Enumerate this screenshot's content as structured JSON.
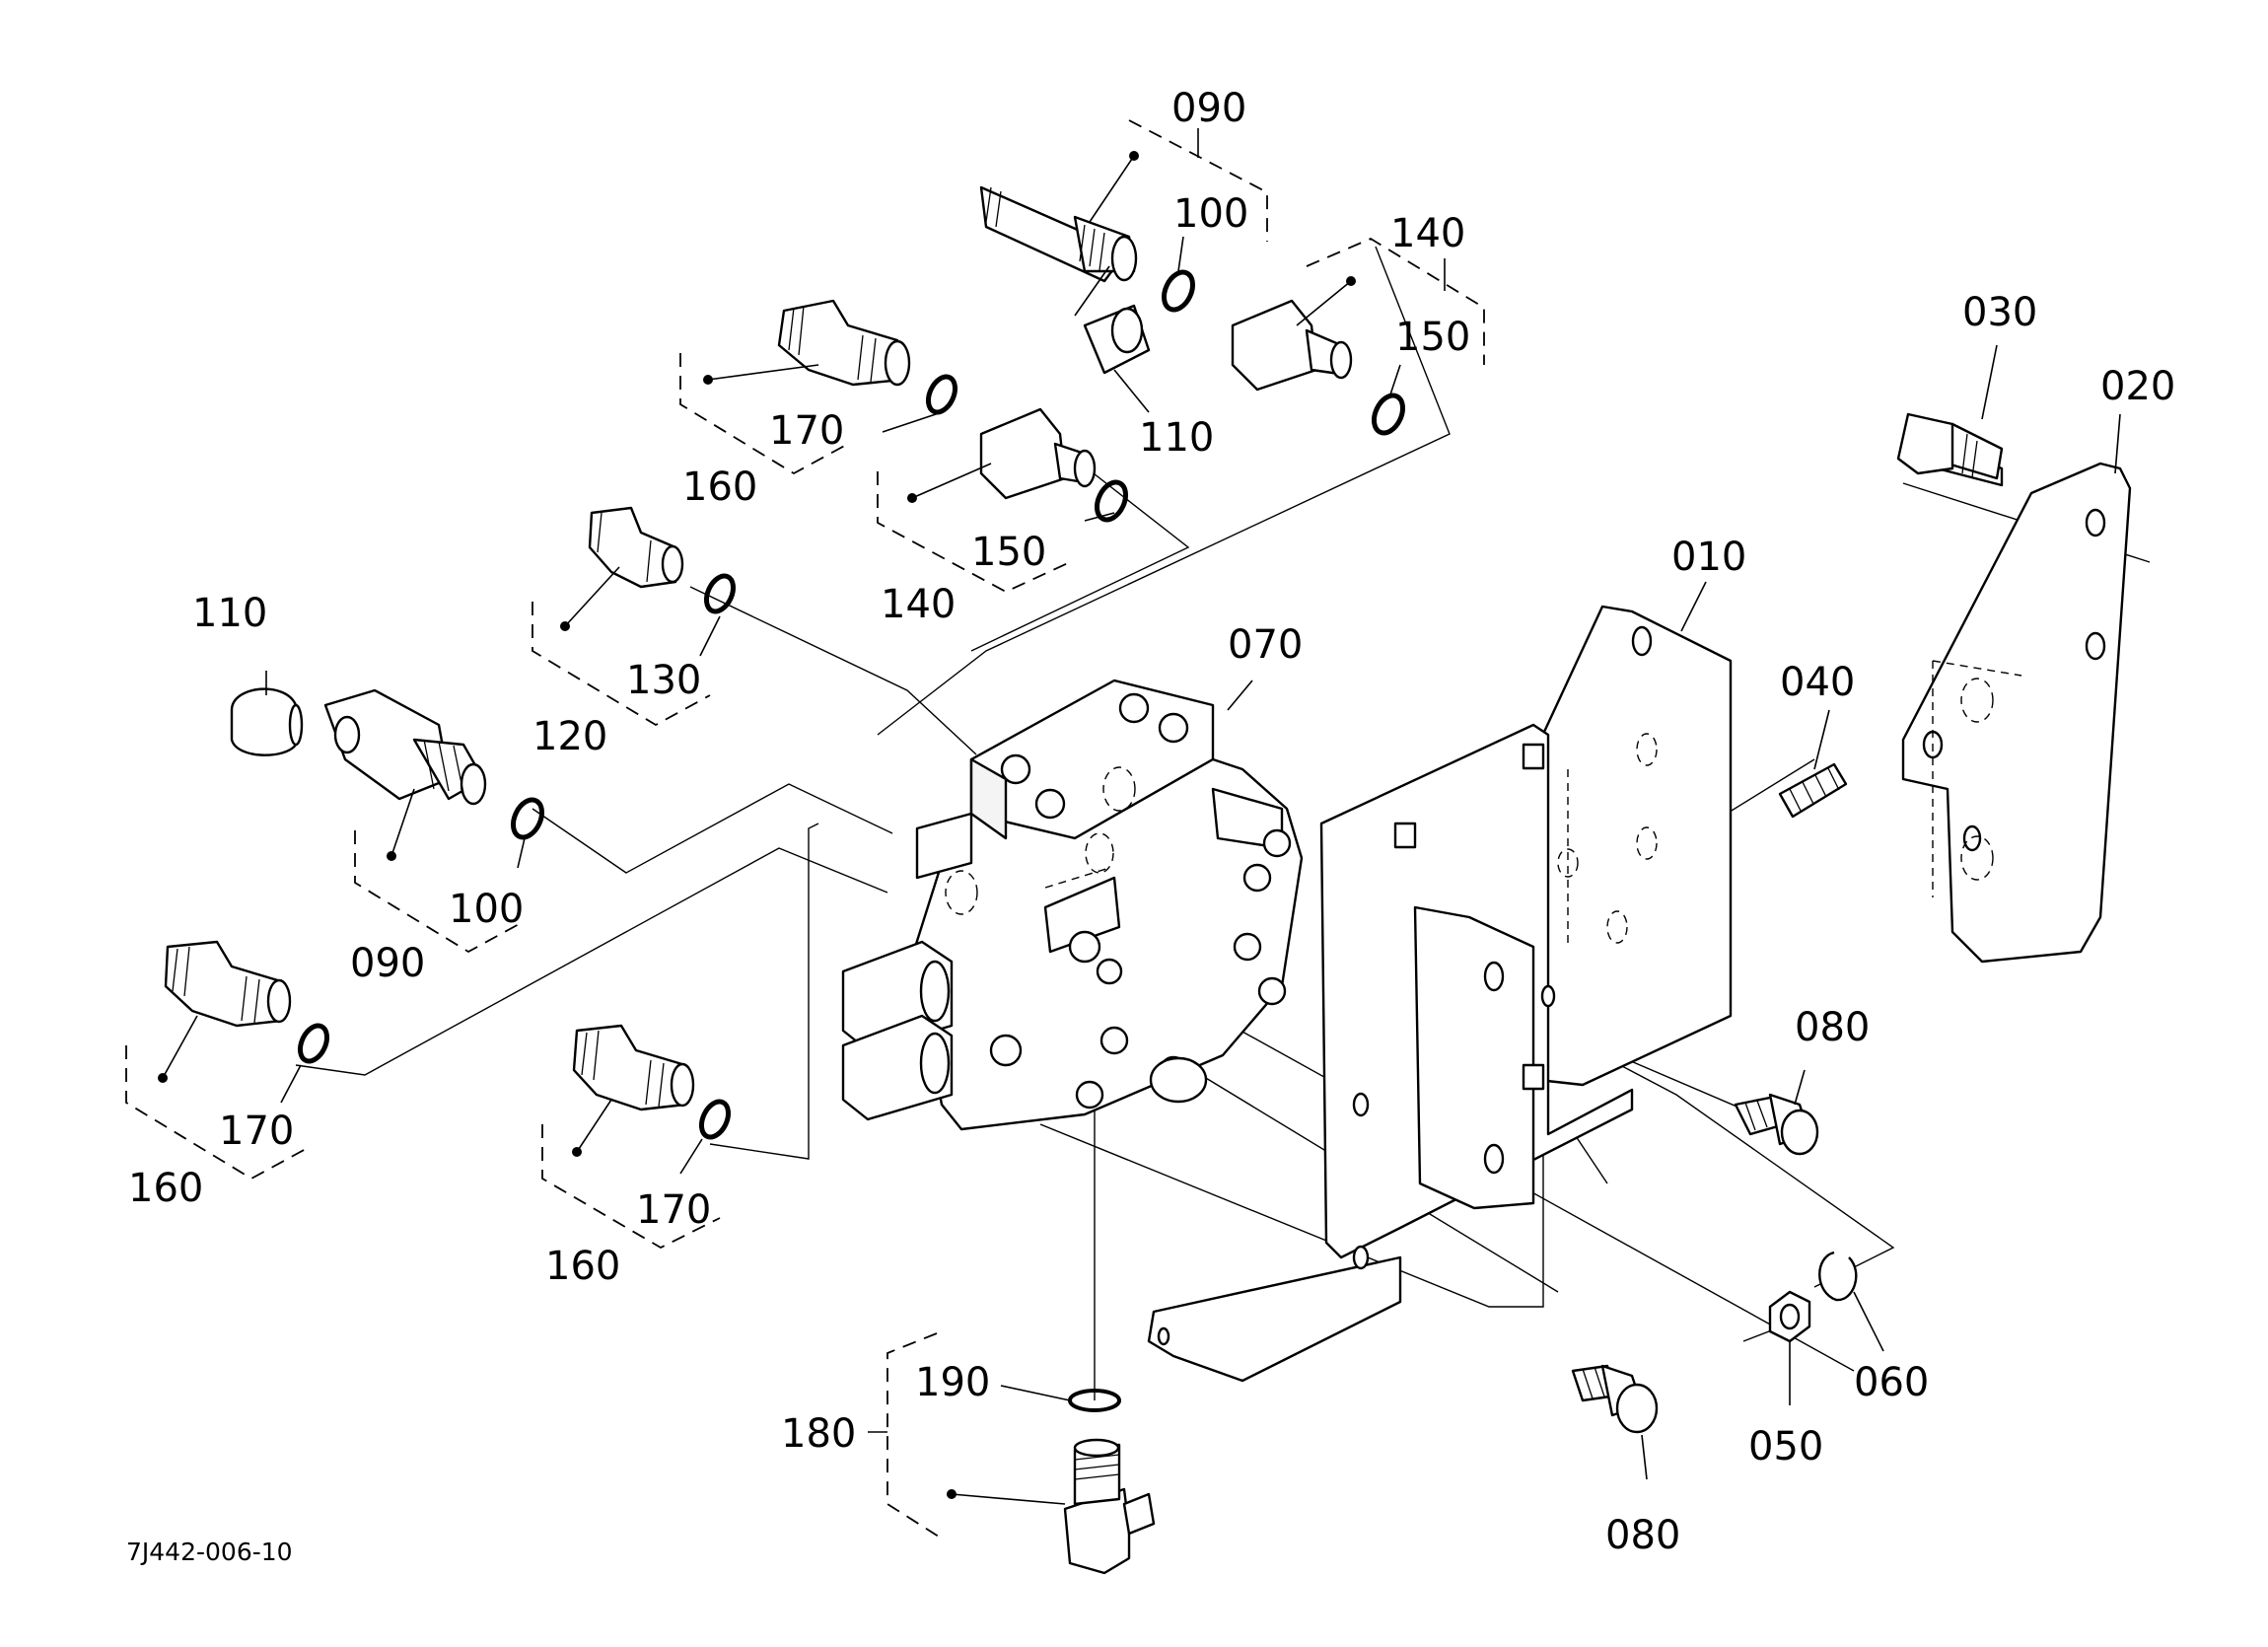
{
  "diagram": {
    "reference_code": "7J442-006-10",
    "callouts": {
      "c010": "010",
      "c020": "020",
      "c030": "030",
      "c040": "040",
      "c050": "050",
      "c060": "060",
      "c070": "070",
      "c080a": "080",
      "c080b": "080",
      "c090a": "090",
      "c090b": "090",
      "c100a": "100",
      "c100b": "100",
      "c110a": "110",
      "c110b": "110",
      "c120": "120",
      "c130": "130",
      "c140a": "140",
      "c140b": "140",
      "c150a": "150",
      "c150b": "150",
      "c160a": "160",
      "c160b": "160",
      "c160c": "160",
      "c170a": "170",
      "c170b": "170",
      "c170c": "170",
      "c180": "180",
      "c190": "190"
    }
  }
}
